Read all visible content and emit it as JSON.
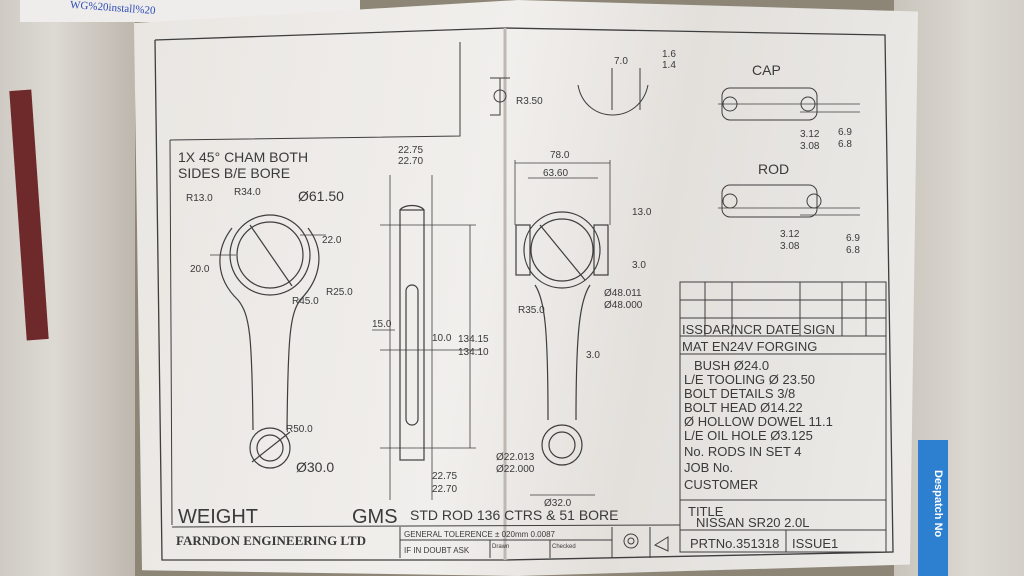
{
  "background": {
    "top_paper_text": "WG%20install%20",
    "despatch_label": "Despatch No"
  },
  "drawing": {
    "notes": {
      "chamfer_line1": "1X 45° CHAM BOTH",
      "chamfer_line2": "SIDES B/E BORE",
      "weight": "WEIGHT",
      "gms": "GMS",
      "summary": "STD ROD 136 CTRS & 51 BORE"
    },
    "front_view": {
      "r13": "R13.0",
      "r34": "R34.0",
      "bore": "Ø61.50",
      "d22": "22.0",
      "d20": "20.0",
      "r45": "R45.0",
      "r25": "R25.0",
      "r50": "R50.0",
      "small_end": "Ø30.0"
    },
    "side_view": {
      "top_w1": "22.75",
      "top_w2": "22.70",
      "d15": "15.0",
      "d10": "10.0",
      "len1": "134.15",
      "len2": "134.10",
      "bot_w1": "22.75",
      "bot_w2": "22.70"
    },
    "rear_view": {
      "w78": "78.0",
      "w6360": "63.60",
      "d13": "13.0",
      "d3a": "3.0",
      "r35": "R35.0",
      "bore1": "Ø48.011",
      "bore2": "Ø48.000",
      "d3b": "3.0",
      "pin1": "Ø22.013",
      "pin2": "Ø22.000",
      "d32": "Ø32.0"
    },
    "details": {
      "r350": "R3.50",
      "d70": "7.0",
      "d16": "1.6",
      "d14": "1.4",
      "cap": "CAP",
      "cap_312": "3.12",
      "cap_308": "3.08",
      "cap_69": "6.9",
      "cap_68": "6.8",
      "rod": "ROD",
      "rod_312": "3.12",
      "rod_308": "3.08",
      "rod_69": "6.9",
      "rod_68": "6.8"
    },
    "title_block": {
      "issue_row": "ISSDAR/NCR DATE SIGN",
      "mat": "MAT EN24V FORGING",
      "rows": [
        "BUSH Ø24.0",
        "L/E TOOLING Ø 23.50",
        "BOLT DETAILS 3/8",
        "BOLT HEAD Ø14.22",
        "Ø HOLLOW DOWEL 11.1",
        "L/E OIL HOLE Ø3.125",
        "No. RODS IN SET    4",
        "JOB No.",
        "CUSTOMER"
      ],
      "title_label": "TITLE",
      "title": "NISSAN SR20 2.0L",
      "part_no": "PRTNo.351318",
      "issue": "ISSUE1"
    },
    "footer": {
      "company": "FARNDON ENGINEERING LTD",
      "tolerance": "GENERAL TOLERENCE ± 020mm 0.0087",
      "doubt": "IF IN DOUBT ASK",
      "drawn": "Drawn",
      "checked": "Checked"
    }
  }
}
